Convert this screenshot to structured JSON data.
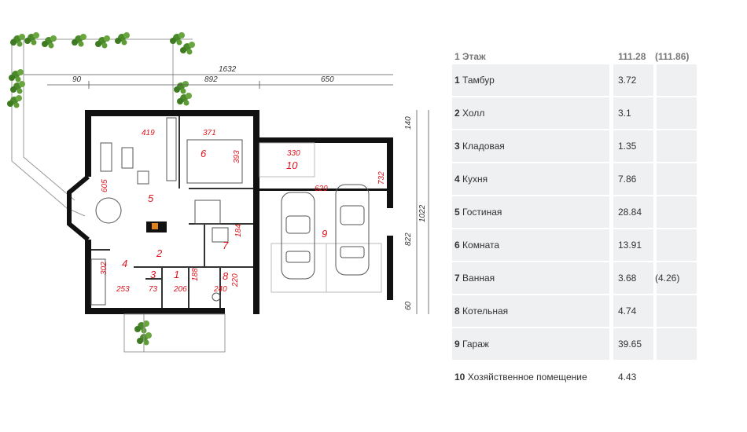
{
  "plan": {
    "dimensions": {
      "total_width": "1632",
      "left_offset": "90",
      "house_width": "892",
      "garage_width": "650",
      "right_top": "140",
      "right_total": "1022",
      "right_main": "822",
      "right_bottom": "60"
    },
    "room_dims": {
      "d419": "419",
      "d371": "371",
      "d393": "393",
      "d330": "330",
      "d605": "605",
      "d732": "732",
      "d620": "620",
      "d184": "184",
      "d302": "302",
      "d188": "188",
      "d220": "220",
      "d253": "253",
      "d73": "73",
      "d206": "206",
      "d240": "240"
    },
    "room_numbers": [
      "1",
      "2",
      "3",
      "4",
      "5",
      "6",
      "7",
      "8",
      "9",
      "10"
    ]
  },
  "table": {
    "header": {
      "name": "1 Этаж",
      "area": "111.28",
      "alt": "(111.86)"
    },
    "rows": [
      {
        "num": "1",
        "name": "Тамбур",
        "area": "3.72",
        "alt": ""
      },
      {
        "num": "2",
        "name": "Холл",
        "area": "3.1",
        "alt": ""
      },
      {
        "num": "3",
        "name": "Кладовая",
        "area": "1.35",
        "alt": ""
      },
      {
        "num": "4",
        "name": "Кухня",
        "area": "7.86",
        "alt": ""
      },
      {
        "num": "5",
        "name": "Гостиная",
        "area": "28.84",
        "alt": ""
      },
      {
        "num": "6",
        "name": "Комната",
        "area": "13.91",
        "alt": ""
      },
      {
        "num": "7",
        "name": "Ванная",
        "area": "3.68",
        "alt": "(4.26)"
      },
      {
        "num": "8",
        "name": "Котельная",
        "area": "4.74",
        "alt": ""
      },
      {
        "num": "9",
        "name": "Гараж",
        "area": "39.65",
        "alt": ""
      },
      {
        "num": "10",
        "name": "Хозяйственное помещение",
        "area": "4.43",
        "alt": ""
      }
    ]
  },
  "colors": {
    "wall": "#111111",
    "accent_red": "#e0141e",
    "plant": "#4a8a2a",
    "table_bg": "#eff0f2"
  }
}
